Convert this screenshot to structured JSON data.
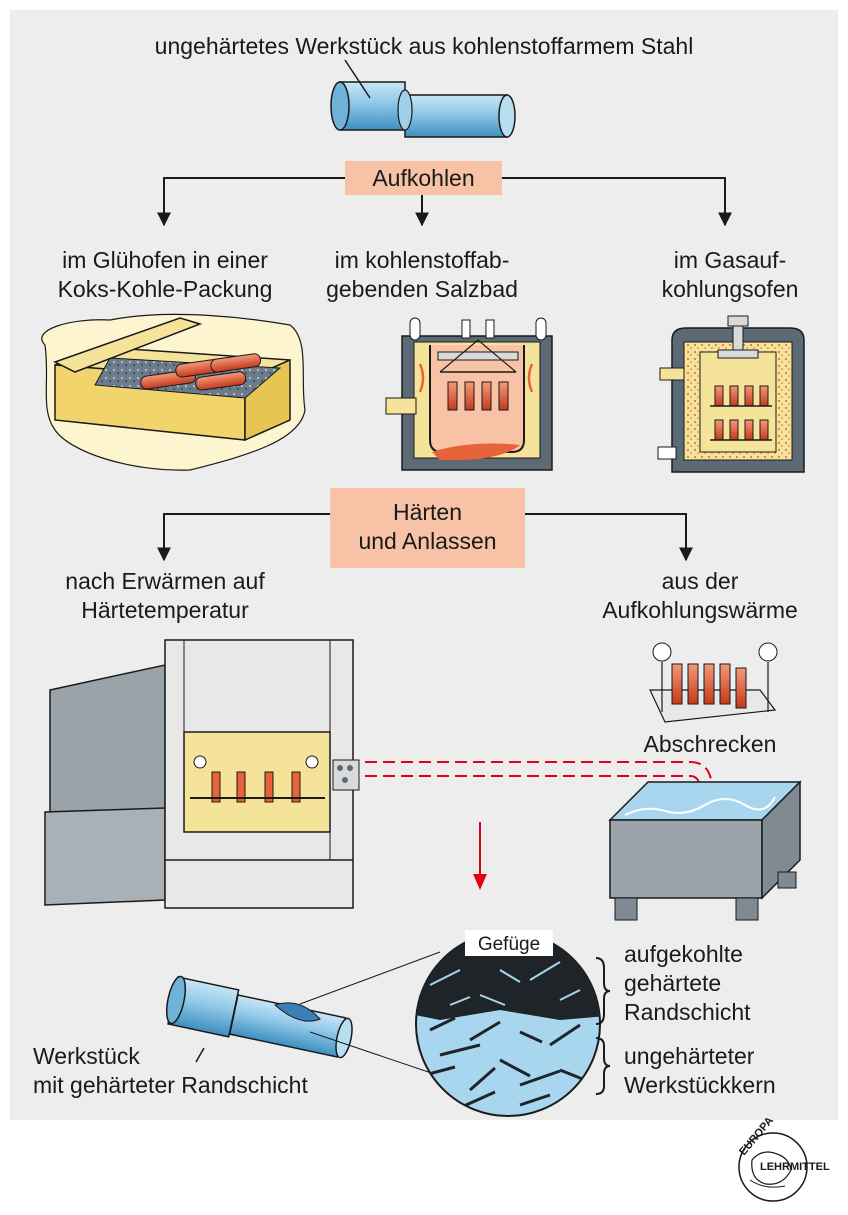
{
  "title": "ungehärtetes Werkstück aus kohlenstoffarmem Stahl",
  "step1": {
    "label": "Aufkohlen"
  },
  "methods": [
    {
      "line1": "im Glühofen in einer",
      "line2": "Koks-Kohle-Packung"
    },
    {
      "line1": "im kohlenstoffab-",
      "line2": "gebenden Salzbad"
    },
    {
      "line1": "im Gasauf-",
      "line2": "kohlungsofen"
    }
  ],
  "step2": {
    "line1": "Härten",
    "line2": "und Anlassen"
  },
  "hardening": {
    "left": {
      "line1": "nach Erwärmen auf",
      "line2": "Härtetemperatur"
    },
    "right": {
      "line1": "aus der",
      "line2": "Aufkohlungswärme"
    }
  },
  "quench_label": "Abschrecken",
  "structure_label": "Gefüge",
  "layers": {
    "case": {
      "line1": "aufgekohlte",
      "line2": "gehärtete",
      "line3": "Randschicht"
    },
    "core": {
      "line1": "ungehärteter",
      "line2": "Werkstückkern"
    }
  },
  "workpiece": {
    "line1": "Werkstück",
    "line2": "mit gehärteter Randschicht"
  },
  "logo": {
    "top": "EUROPA",
    "bottom": "LEHRMITTEL"
  },
  "colors": {
    "panel": "#ededed",
    "step_box": "#f7c2a6",
    "workpiece_blue": "#8fc7e6",
    "packing_yellow": "#f6e39a",
    "heat_orange": "#e8623a",
    "quench_water": "#a7d6ee",
    "arrow_red": "#e2001a"
  }
}
